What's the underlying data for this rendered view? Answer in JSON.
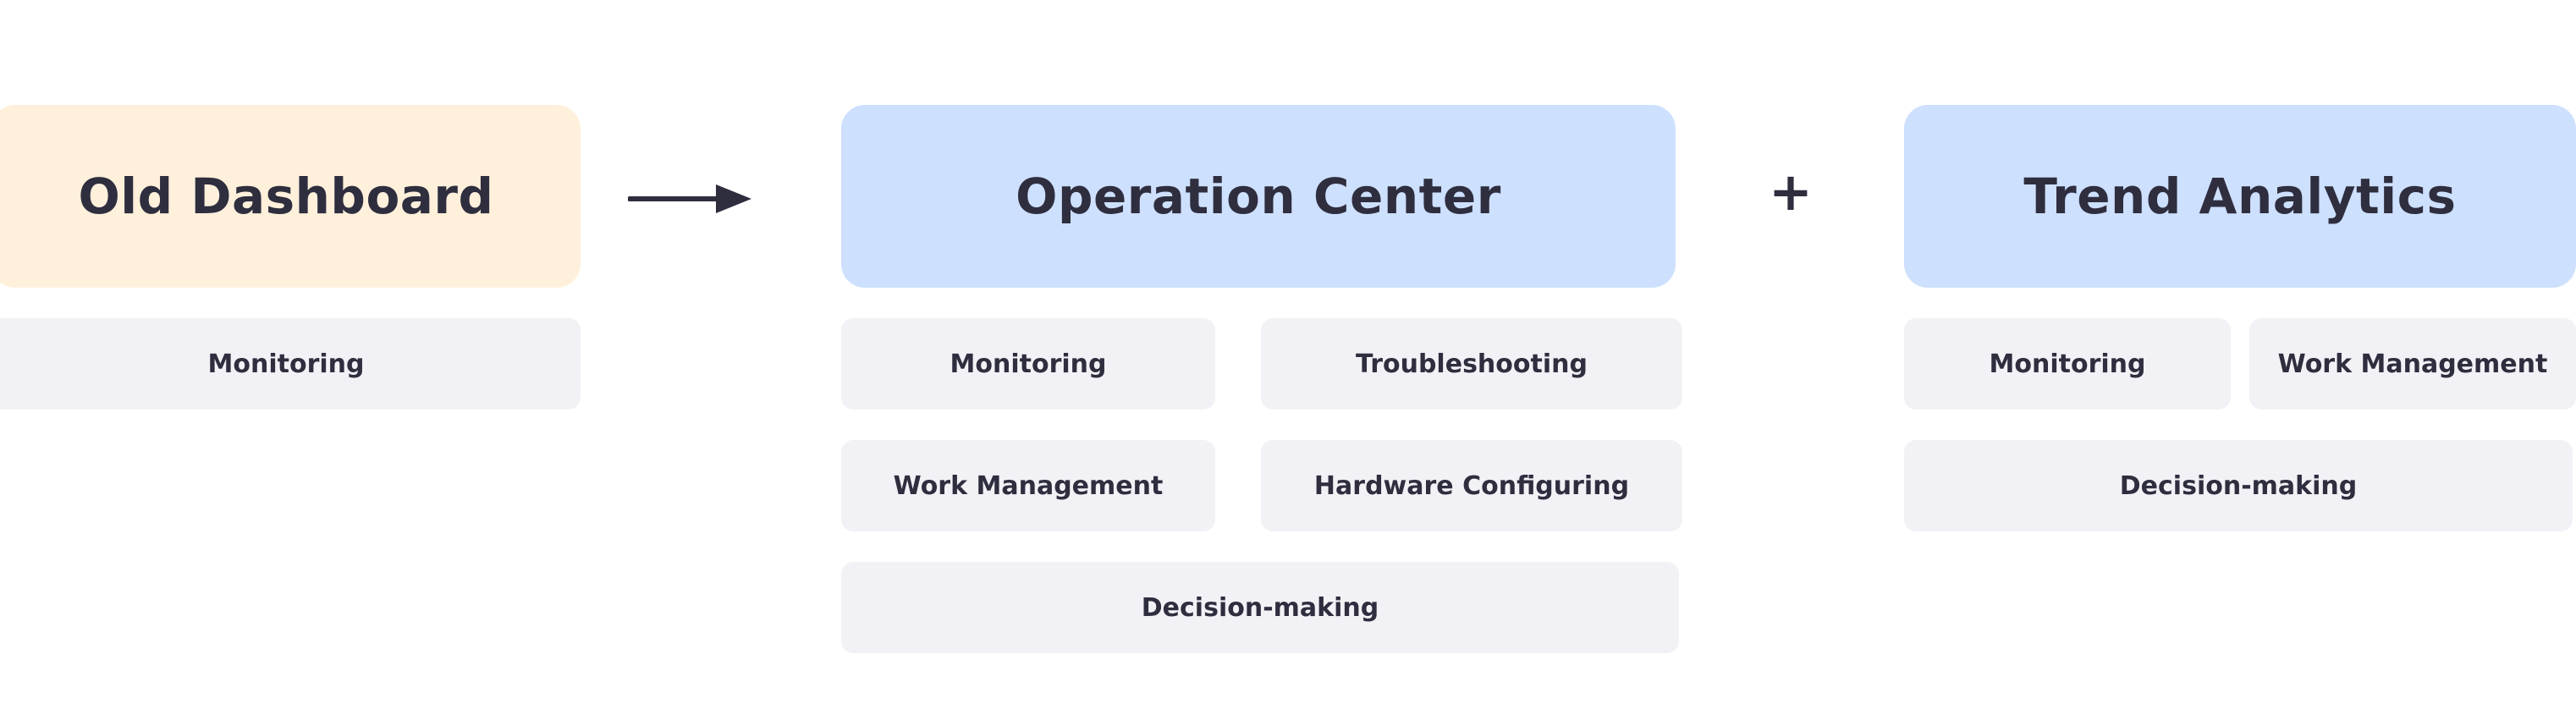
{
  "groups": {
    "old": {
      "title": "Old Dashboard",
      "items": [
        "Monitoring"
      ]
    },
    "operation_center": {
      "title": "Operation Center",
      "items": [
        "Monitoring",
        "Troubleshooting",
        "Work Management",
        "Hardware Configuring",
        "Decision-making"
      ]
    },
    "trend_analytics": {
      "title": "Trend Analytics",
      "items": [
        "Monitoring",
        "Work Management",
        "Decision-making"
      ]
    }
  },
  "connectors": {
    "arrow_icon": "right-arrow-icon",
    "plus_symbol": "+"
  },
  "colors": {
    "old_header": "#fff0db",
    "new_header": "#cde0fe",
    "feature_pill": "#f2f2f6",
    "text": "#2f2e3f"
  }
}
